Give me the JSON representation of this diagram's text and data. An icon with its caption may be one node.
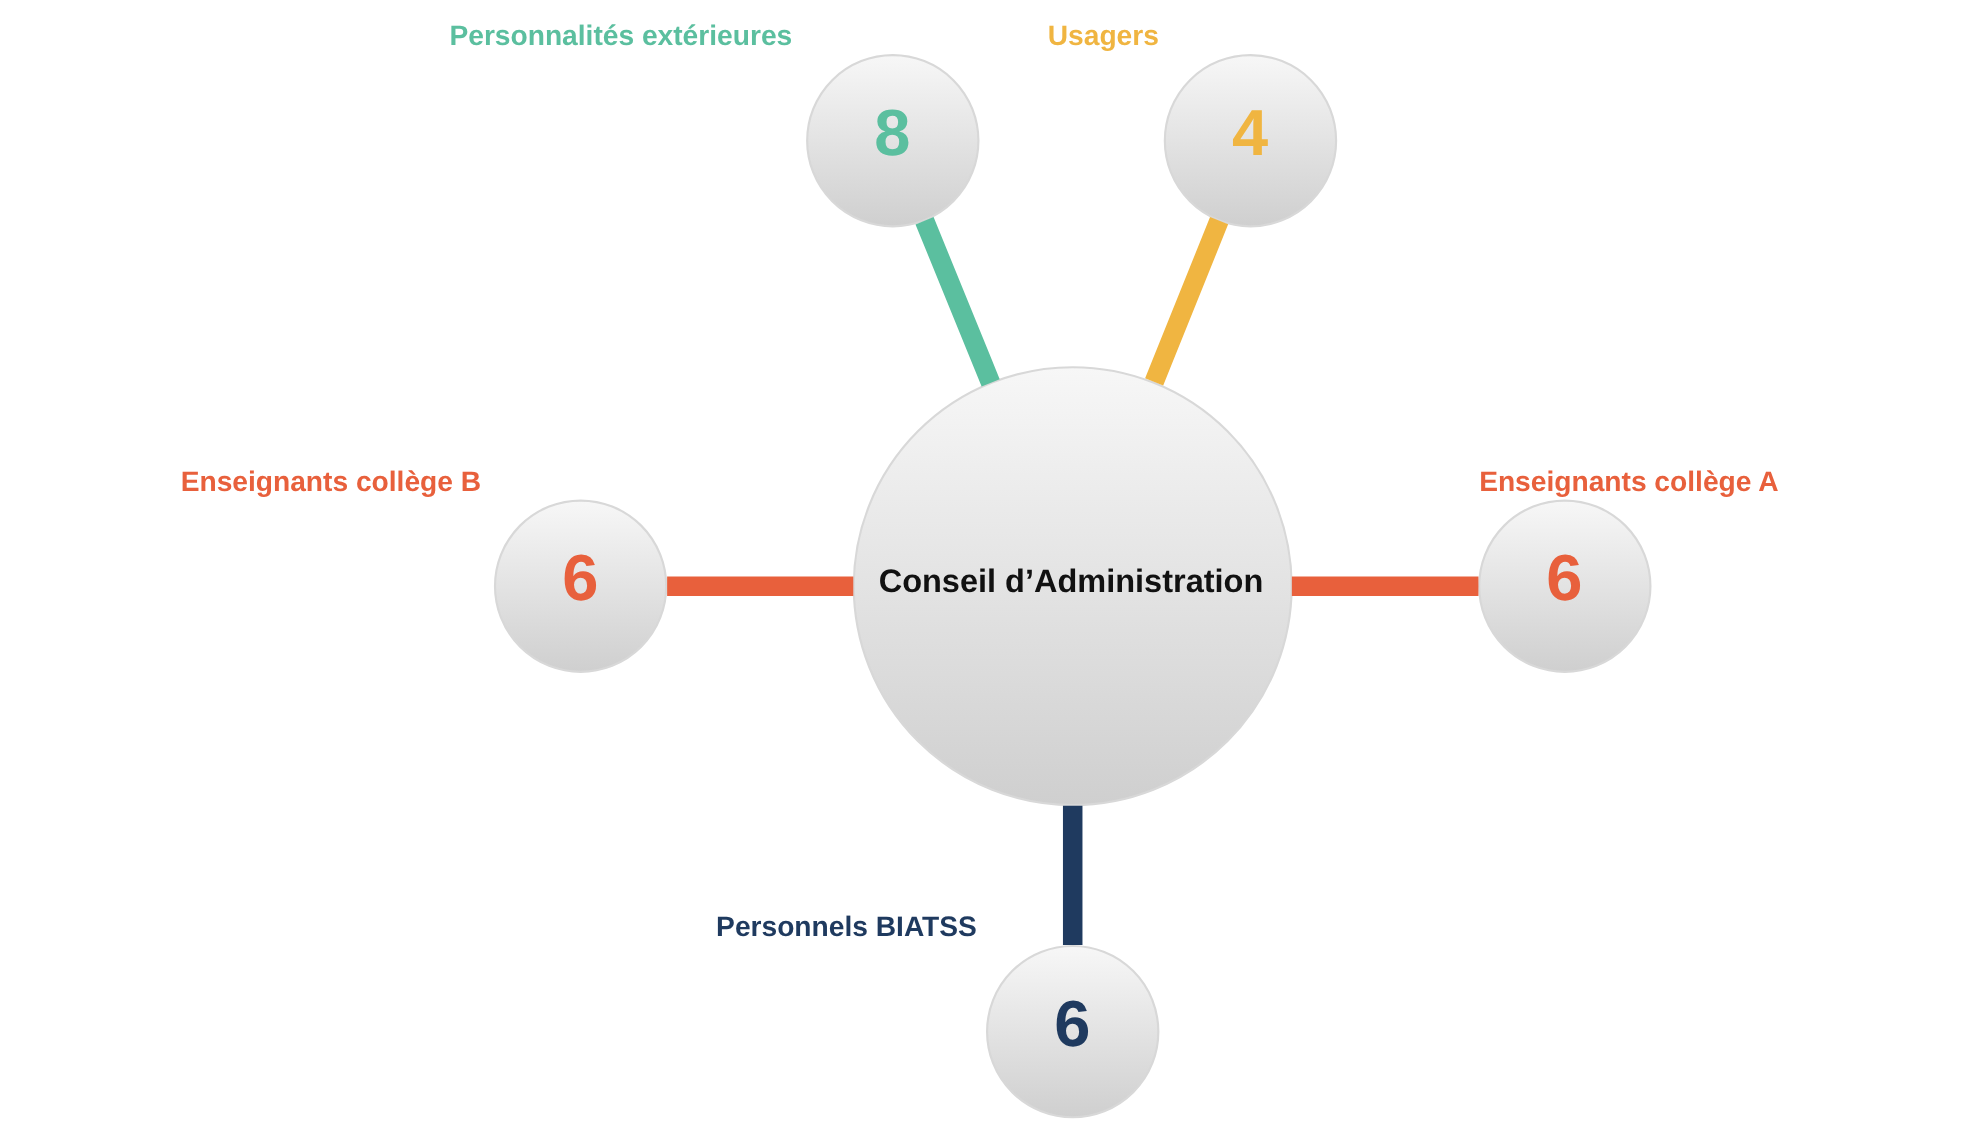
{
  "diagram": {
    "nodes": [
      {
        "text": [
          "8"
        ],
        "beside": [
          "Personnalités extérieures"
        ]
      },
      {
        "text": [
          "4"
        ],
        "beside": [
          "Usagers"
        ]
      },
      {
        "text": [
          "6"
        ],
        "beside": [
          "Enseignants collège B"
        ]
      },
      {
        "text": [
          "Conseil d’Administration"
        ]
      },
      {
        "text": [
          "6"
        ],
        "beside": [
          "Enseignants collège A"
        ]
      },
      {
        "text": [
          "6"
        ],
        "beside": [
          "Personnels BIATSS"
        ]
      }
    ],
    "edges": [
      {
        "from": 0,
        "to": 3,
        "arrow": "none",
        "color": "#5bbf9f"
      },
      {
        "from": 1,
        "to": 3,
        "arrow": "none",
        "color": "#f0b541"
      },
      {
        "from": 2,
        "to": 3,
        "arrow": "none"
      },
      {
        "from": 3,
        "to": 4,
        "arrow": "none"
      },
      {
        "from": 3,
        "to": 5,
        "arrow": "none",
        "color": "#1f3a5f"
      }
    ]
  }
}
